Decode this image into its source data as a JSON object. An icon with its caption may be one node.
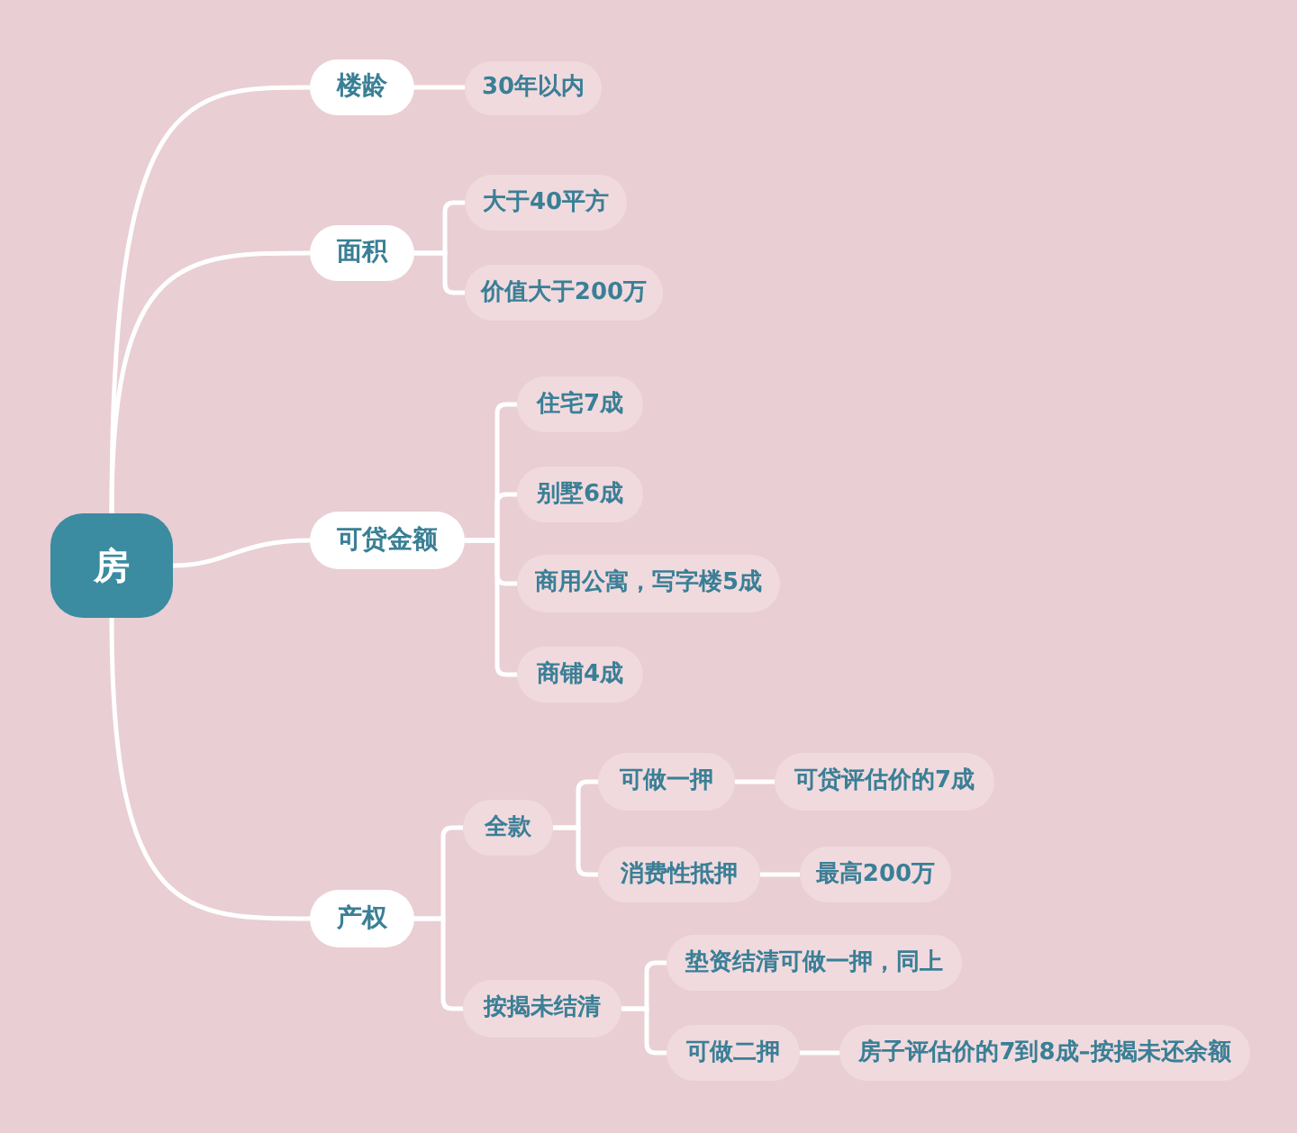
{
  "diagram": {
    "nodes": [
      {
        "text": [
          "房"
        ]
      },
      {
        "text": [
          "楼龄"
        ]
      },
      {
        "text": [
          "30年以内"
        ]
      },
      {
        "text": [
          "面积"
        ]
      },
      {
        "text": [
          "大于40平方"
        ]
      },
      {
        "text": [
          "价值大于200万"
        ]
      },
      {
        "text": [
          "可贷金额"
        ]
      },
      {
        "text": [
          "住宅7成"
        ]
      },
      {
        "text": [
          "别墅6成"
        ]
      },
      {
        "text": [
          "商用公寓，写字楼5成"
        ]
      },
      {
        "text": [
          "商铺4成"
        ]
      },
      {
        "text": [
          "产权"
        ]
      },
      {
        "text": [
          "全款"
        ]
      },
      {
        "text": [
          "可做一押"
        ]
      },
      {
        "text": [
          "可贷评估价的7成"
        ]
      },
      {
        "text": [
          "消费性抵押"
        ]
      },
      {
        "text": [
          "最高200万"
        ]
      },
      {
        "text": [
          "按揭未结清"
        ]
      },
      {
        "text": [
          "垫资结清可做一押，同上"
        ]
      },
      {
        "text": [
          "可做二押"
        ]
      },
      {
        "text": [
          "房子评估价的7到8成–按揭未还余额"
        ]
      }
    ],
    "edges": [
      {
        "from": 0,
        "to": 1,
        "arrow": "none"
      },
      {
        "from": 1,
        "to": 2,
        "arrow": "none"
      },
      {
        "from": 0,
        "to": 3,
        "arrow": "none"
      },
      {
        "from": 3,
        "to": 4,
        "arrow": "none"
      },
      {
        "from": 3,
        "to": 5,
        "arrow": "none"
      },
      {
        "from": 0,
        "to": 6,
        "arrow": "none"
      },
      {
        "from": 6,
        "to": 7,
        "arrow": "none"
      },
      {
        "from": 6,
        "to": 8,
        "arrow": "none"
      },
      {
        "from": 6,
        "to": 9,
        "arrow": "none"
      },
      {
        "from": 6,
        "to": 10,
        "arrow": "none"
      },
      {
        "from": 0,
        "to": 11,
        "arrow": "none"
      },
      {
        "from": 11,
        "to": 12,
        "arrow": "none"
      },
      {
        "from": 12,
        "to": 13,
        "arrow": "none"
      },
      {
        "from": 13,
        "to": 14,
        "arrow": "none"
      },
      {
        "from": 12,
        "to": 15,
        "arrow": "none"
      },
      {
        "from": 15,
        "to": 16,
        "arrow": "none"
      },
      {
        "from": 11,
        "to": 17,
        "arrow": "none"
      },
      {
        "from": 17,
        "to": 18,
        "arrow": "none"
      },
      {
        "from": 17,
        "to": 19,
        "arrow": "none"
      },
      {
        "from": 19,
        "to": 20,
        "arrow": "none"
      }
    ]
  }
}
